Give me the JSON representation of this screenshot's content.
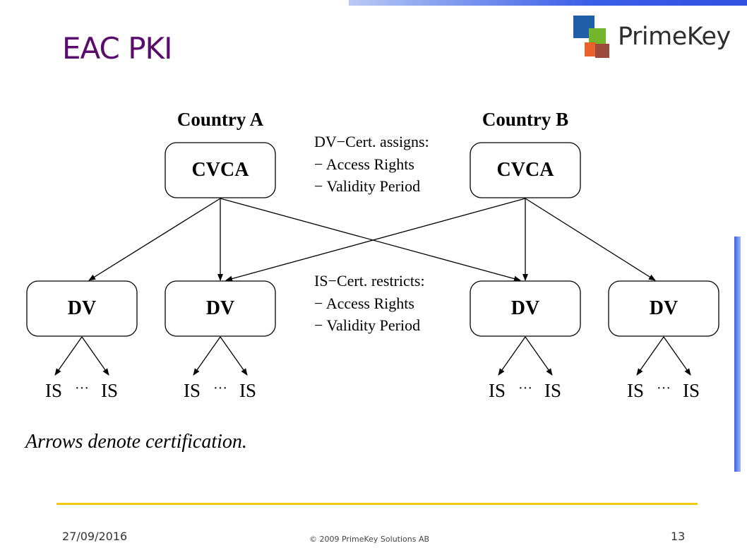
{
  "slide": {
    "title": "EAC PKI",
    "logo_text": "PrimeKey",
    "footer": {
      "date": "27/09/2016",
      "copyright": "© 2009 PrimeKey Solutions AB",
      "page": "13"
    }
  },
  "diagram": {
    "countries": [
      {
        "label": "Country A",
        "root": "CVCA",
        "dvs": [
          "DV",
          "DV"
        ]
      },
      {
        "label": "Country B",
        "root": "CVCA",
        "dvs": [
          "DV",
          "DV"
        ]
      }
    ],
    "is_label": "IS",
    "ellipsis": "···",
    "dv_note": {
      "heading": "DV−Cert. assigns:",
      "items": [
        "− Access Rights",
        "− Validity Period"
      ]
    },
    "is_note": {
      "heading": "IS−Cert. restricts:",
      "items": [
        "− Access Rights",
        "− Validity Period"
      ]
    },
    "caption": "Arrows denote certification."
  }
}
